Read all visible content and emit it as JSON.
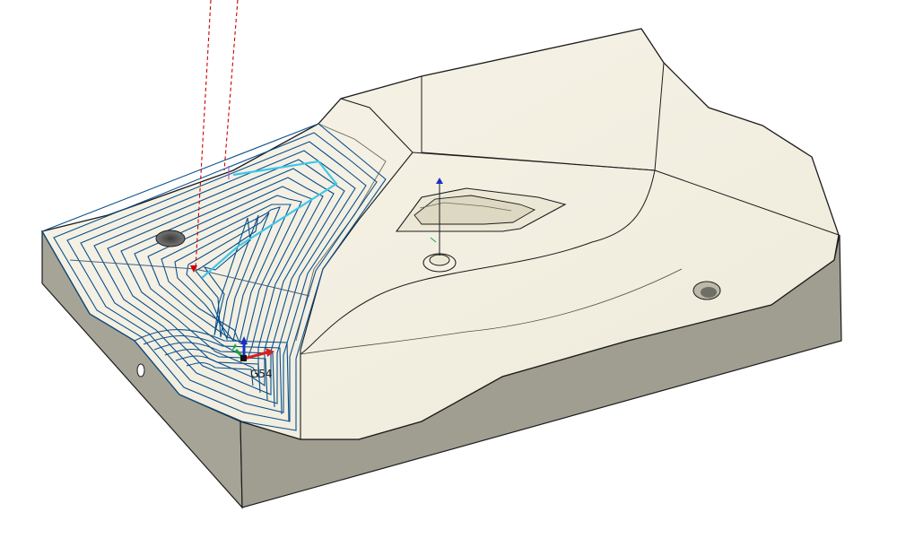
{
  "viewport": {
    "wcs_label": "G54",
    "colors": {
      "background": "#ffffff",
      "stock_top": "#f4f1e4",
      "stock_side": "#a3a192",
      "stock_side_dark": "#8f8d80",
      "edge": "#1c1c1c",
      "toolpath": "#0a4f8c",
      "toolpath_highlight": "#3fc6e8",
      "rapid_move": "#cc0000",
      "axis_x": "#d42020",
      "axis_y": "#18a835",
      "axis_z": "#1a2fc8"
    }
  },
  "scene": {
    "objects": [
      "stock-body",
      "pocket-toolpath",
      "tool-axis-lines",
      "wcs-triad",
      "center-boss",
      "slot-pocket",
      "drill-hole"
    ]
  }
}
